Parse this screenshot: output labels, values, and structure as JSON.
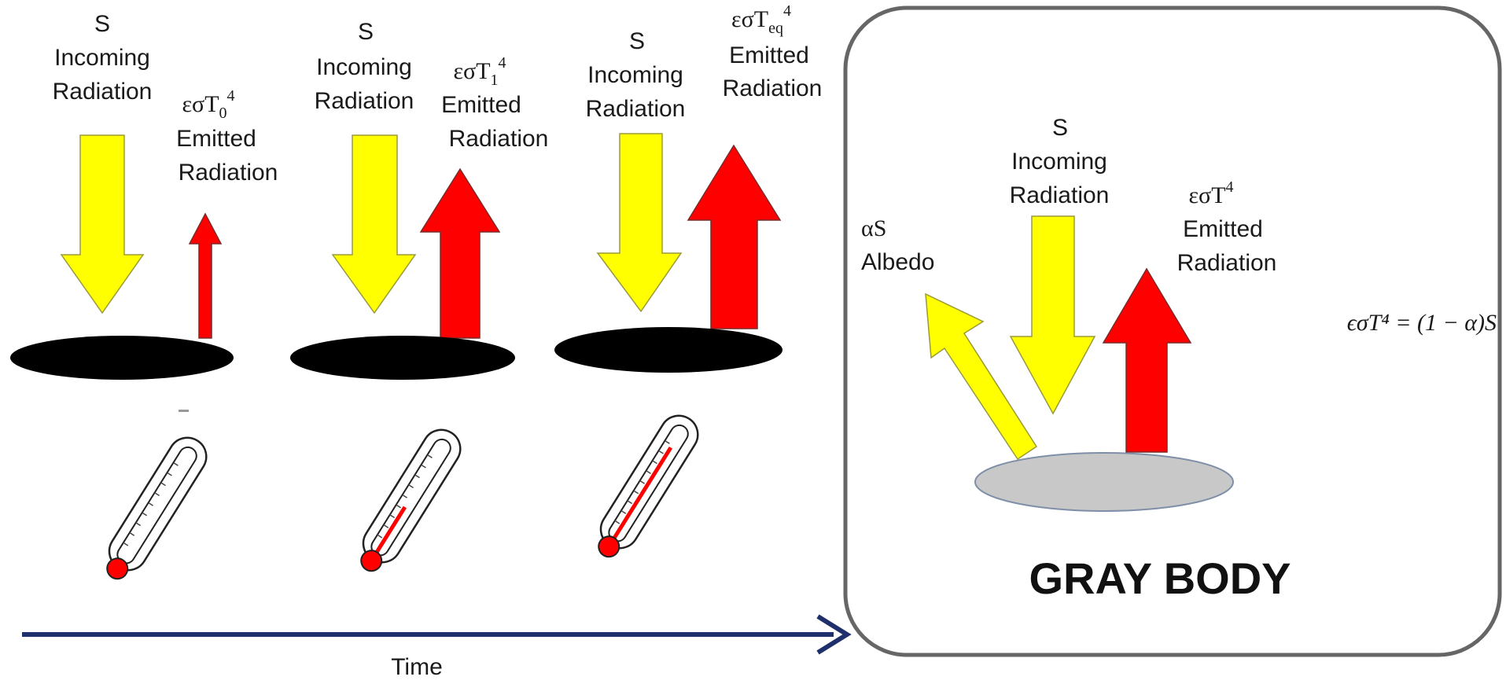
{
  "colors": {
    "incoming": "#ffff00",
    "emitted": "#ff0000",
    "surface": "#000000",
    "gray_surface": "#c8c8c8",
    "time_arrow": "#1f2f6b",
    "panel_border": "#666666"
  },
  "stages": [
    {
      "incoming_symbol": "S",
      "incoming_line1": "Incoming",
      "incoming_line2": "Radiation",
      "emitted_prefix": "εσT",
      "emitted_sub": "0",
      "emitted_sup": "4",
      "emitted_line1": "Emitted",
      "emitted_line2": "Radiation",
      "thermometer_level": 0.05
    },
    {
      "incoming_symbol": "S",
      "incoming_line1": "Incoming",
      "incoming_line2": "Radiation",
      "emitted_prefix": "εσT",
      "emitted_sub": "1",
      "emitted_sup": "4",
      "emitted_line1": "Emitted",
      "emitted_line2": "Radiation",
      "thermometer_level": 0.45
    },
    {
      "incoming_symbol": "S",
      "incoming_line1": "Incoming",
      "incoming_line2": "Radiation",
      "emitted_prefix": "εσT",
      "emitted_sub": "eq",
      "emitted_sup": "4",
      "emitted_line1": "Emitted",
      "emitted_line2": "Radiation",
      "thermometer_level": 0.85
    }
  ],
  "time_label": "Time",
  "gray_body": {
    "title": "GRAY BODY",
    "incoming_symbol": "S",
    "incoming_line1": "Incoming",
    "incoming_line2": "Radiation",
    "albedo_symbol": "αS",
    "albedo_label": "Albedo",
    "emitted_prefix": "εσT",
    "emitted_sup": "4",
    "emitted_line1": "Emitted",
    "emitted_line2": "Radiation",
    "equation": "ϵσT⁴ = (1 − α)S"
  }
}
